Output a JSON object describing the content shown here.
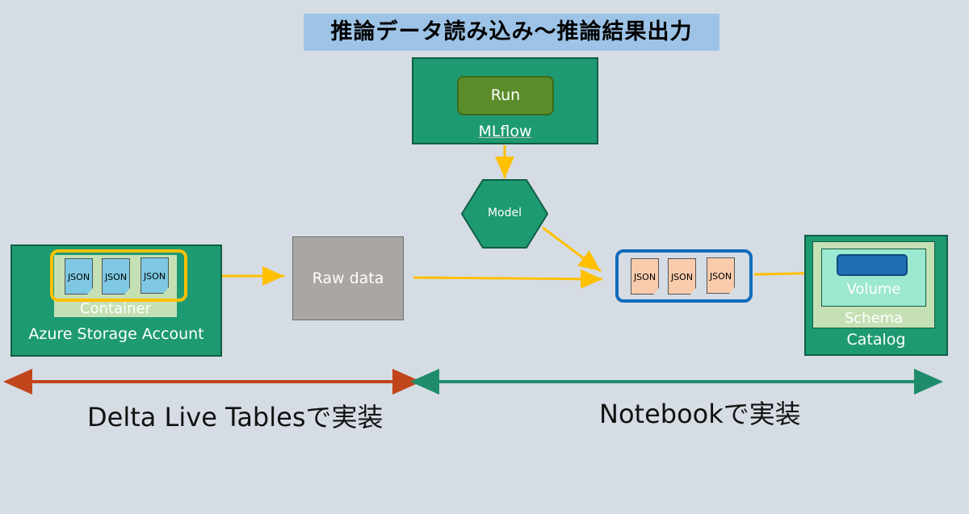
{
  "title": "推論データ読み込み〜推論結果出力",
  "mlflow": {
    "run_label": "Run",
    "label": "MLflow"
  },
  "model": {
    "label": "Model"
  },
  "source": {
    "container_label": "Container",
    "account_label": "Azure Storage Account",
    "files": [
      "JSON",
      "JSON",
      "JSON"
    ]
  },
  "raw": {
    "label": "Raw data"
  },
  "results": {
    "files": [
      "JSON",
      "JSON",
      "JSON"
    ]
  },
  "target": {
    "volume_label": "Volume",
    "schema_label": "Schema",
    "catalog_label": "Catalog"
  },
  "ranges": {
    "dlt_label": "Delta Live Tablesで実装",
    "notebook_label": "Notebookで実装"
  },
  "colors": {
    "background": "#d6dce4",
    "title_bg": "#9dc3e6",
    "green": "#1e9a73",
    "run_green": "#5b8c2a",
    "yellow": "#ffc000",
    "blue_frame": "#0f6cbd",
    "dlt_arrow": "#c0451a",
    "notebook_arrow": "#1e8c6b"
  }
}
